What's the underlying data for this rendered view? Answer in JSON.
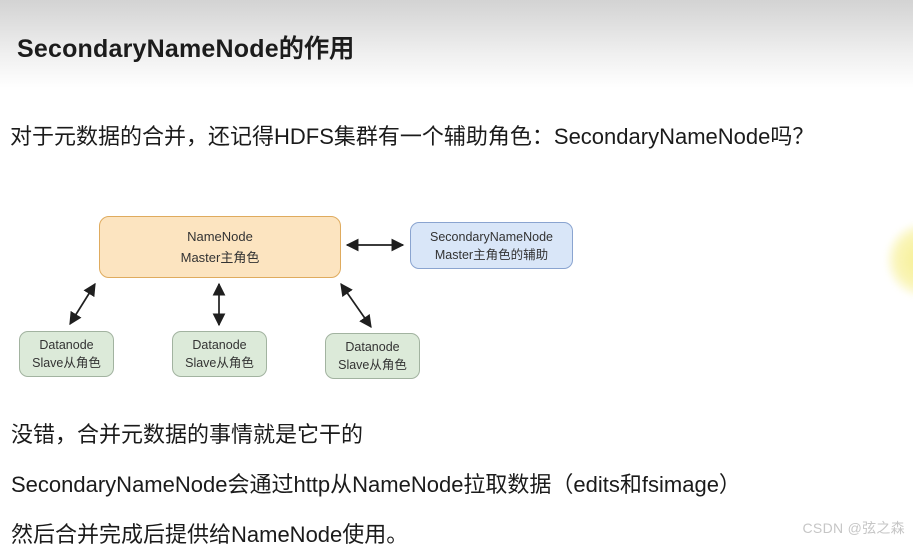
{
  "page": {
    "title": "SecondaryNameNode的作用",
    "intro": "对于元数据的合并，还记得HDFS集群有一个辅助角色：SecondaryNameNode吗？",
    "conclusion": [
      "没错，合并元数据的事情就是它干的",
      "SecondaryNameNode会通过http从NameNode拉取数据（edits和fsimage）",
      "然后合并完成后提供给NameNode使用。"
    ],
    "watermark": "CSDN @弦之森"
  },
  "diagram": {
    "namenode": {
      "line1": "NameNode",
      "line2": "Master主角色",
      "fill": "#fce4c0",
      "border": "#dfab5e"
    },
    "secondarynamenode": {
      "line1": "SecondaryNameNode",
      "line2": "Master主角色的辅助",
      "fill": "#d9e6f8",
      "border": "#8aa4d0"
    },
    "datanodes": [
      {
        "line1": "Datanode",
        "line2": "Slave从角色",
        "fill": "#dcead9",
        "border": "#a2b3a0"
      },
      {
        "line1": "Datanode",
        "line2": "Slave从角色",
        "fill": "#dcead9",
        "border": "#a2b3a0"
      },
      {
        "line1": "Datanode",
        "line2": "Slave从角色",
        "fill": "#dcead9",
        "border": "#a2b3a0"
      }
    ],
    "arrow_color": "#1f1f1f",
    "highlight_color": "#f6ee87"
  }
}
